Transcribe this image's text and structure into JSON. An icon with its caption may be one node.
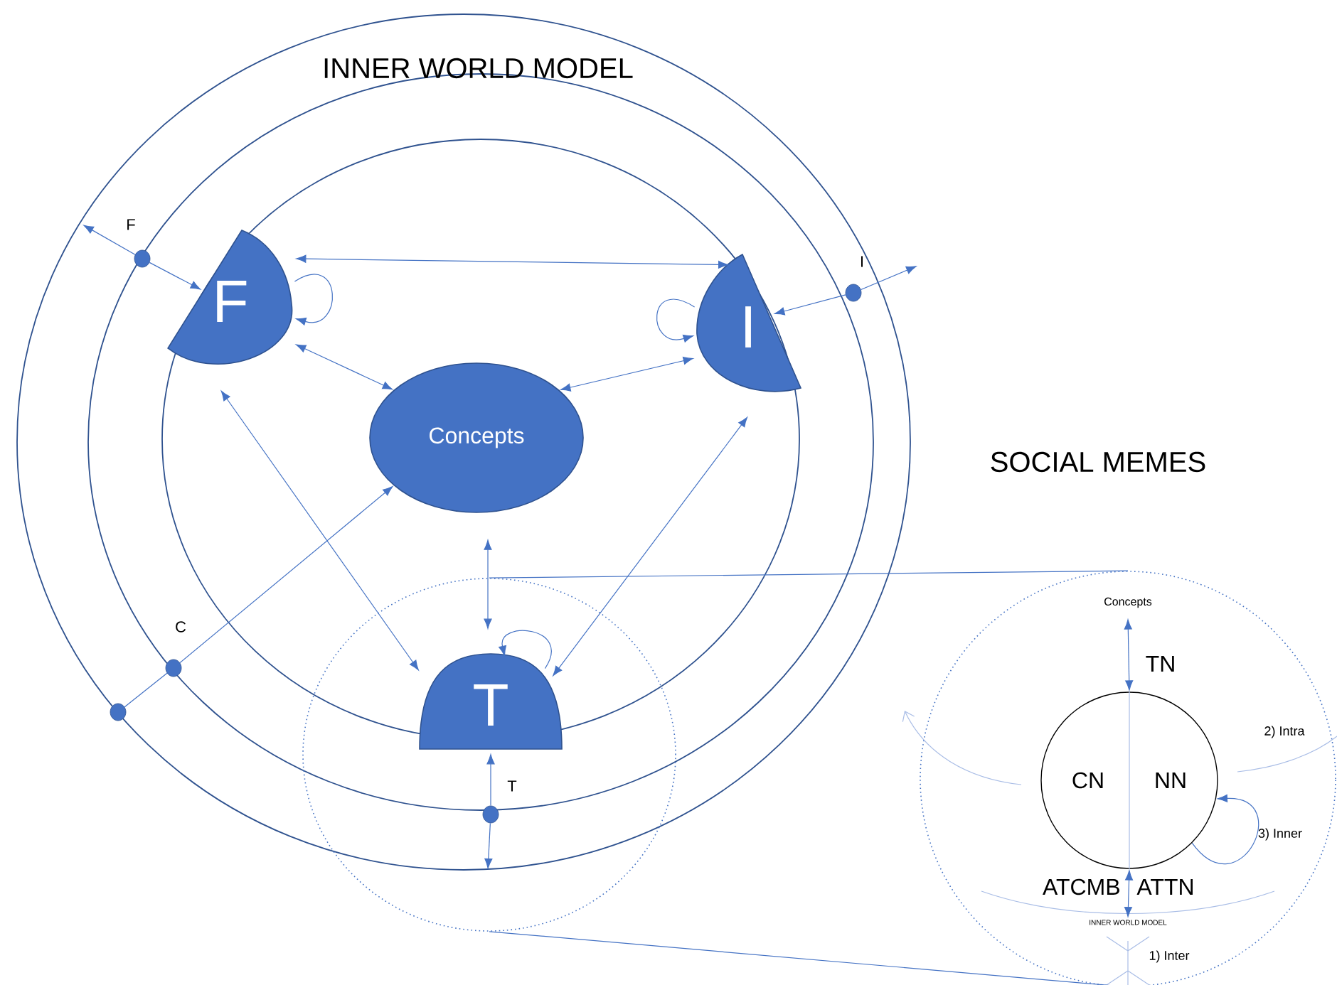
{
  "diagram": {
    "nodes": [
      {
        "text": [
          "F"
        ]
      },
      {
        "text": [
          "I"
        ]
      },
      {
        "text": [
          "Concepts"
        ]
      },
      {
        "text": [],
        "shape": "circle"
      },
      {
        "text": [
          "T"
        ],
        "in": 3
      },
      {
        "text": [],
        "shape": "circle",
        "beside": [
          "F"
        ]
      },
      {
        "text": [],
        "shape": "circle",
        "beside": [
          "I"
        ]
      },
      {
        "text": [],
        "shape": "circle",
        "beside": [
          "C"
        ]
      },
      {
        "text": [],
        "shape": "circle"
      },
      {
        "text": [],
        "shape": "circle",
        "beside": [
          "T"
        ],
        "in": 3
      },
      {
        "text": [],
        "shape": "circle"
      },
      {
        "text": [
          "Concepts"
        ],
        "in": 10
      },
      {
        "text": [
          "CN",
          "NN"
        ],
        "in": 10
      },
      {
        "text": [
          "INNER WORLD MODEL"
        ],
        "in": 10
      }
    ],
    "edges": [
      {
        "from": 0,
        "to": 1,
        "arrow": "both"
      },
      {
        "from": 0,
        "to": 2,
        "arrow": "both"
      },
      {
        "from": 1,
        "to": 2,
        "arrow": "both"
      },
      {
        "from": 0,
        "to": 4,
        "arrow": "both"
      },
      {
        "from": 1,
        "to": 4,
        "arrow": "both"
      },
      {
        "from": 2,
        "to": 4,
        "arrow": "both"
      },
      {
        "from": 0,
        "to": 0,
        "arrow": "to"
      },
      {
        "from": 1,
        "to": 1,
        "arrow": "to"
      },
      {
        "from": 4,
        "to": 4,
        "arrow": "to"
      },
      {
        "from": 5,
        "to": 0,
        "arrow": "to"
      },
      {
        "from": 5,
        "to": null,
        "arrow": "to"
      },
      {
        "from": 6,
        "to": 1,
        "arrow": "to"
      },
      {
        "from": 6,
        "to": null,
        "arrow": "to"
      },
      {
        "from": 8,
        "to": 7,
        "arrow": "none"
      },
      {
        "from": 7,
        "to": 2,
        "arrow": "to"
      },
      {
        "from": 9,
        "to": 4,
        "arrow": "to"
      },
      {
        "from": 9,
        "to": null,
        "arrow": "to"
      },
      {
        "from": 3,
        "to": 10,
        "arrow": "none"
      },
      {
        "from": 3,
        "to": 10,
        "arrow": "none"
      },
      {
        "from": 12,
        "to": 11,
        "arrow": "both"
      },
      {
        "from": 12,
        "to": 13,
        "arrow": "both"
      },
      {
        "from": 12,
        "to": 12,
        "arrow": "to"
      }
    ],
    "labels": [
      "INNER WORLD MODEL",
      "SOCIAL MEMES",
      "TN",
      "2) Intra",
      "3) Inner",
      "ATCMB",
      "ATTN",
      "1) Inter"
    ]
  }
}
